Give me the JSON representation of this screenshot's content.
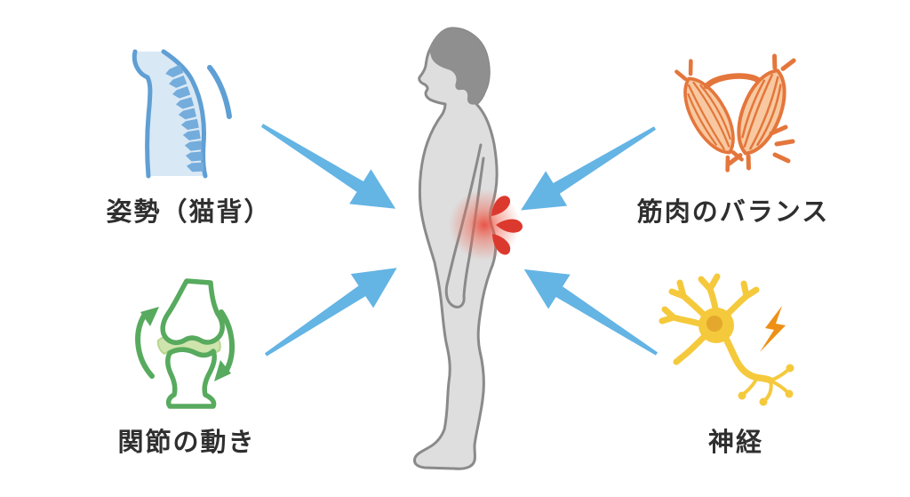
{
  "diagram": {
    "subject": {
      "figure": "human-side-silhouette",
      "pain_location": "lower-back"
    },
    "factors": [
      {
        "id": "posture",
        "label": "姿勢（猫背）",
        "icon": "spine-icon",
        "position": "top-left"
      },
      {
        "id": "muscle-balance",
        "label": "筋肉のバランス",
        "icon": "muscle-icon",
        "position": "top-right"
      },
      {
        "id": "joint-movement",
        "label": "関節の動き",
        "icon": "joint-icon",
        "position": "bottom-left"
      },
      {
        "id": "nerve",
        "label": "神経",
        "icon": "neuron-icon",
        "position": "bottom-right"
      }
    ],
    "arrows": [
      {
        "from": "posture",
        "points_to": "center-lower-back"
      },
      {
        "from": "muscle-balance",
        "points_to": "center-lower-back"
      },
      {
        "from": "joint-movement",
        "points_to": "center-lower-back"
      },
      {
        "from": "nerve",
        "points_to": "center-lower-back"
      }
    ],
    "colors": {
      "arrow-blue": "#64b4e4",
      "figure-fill": "#dedede",
      "figure-outline": "#8a8a8a",
      "hair-gray": "#8f8f8f",
      "pain-red": "#dc392e",
      "pain-glow": "#ee6a57",
      "spine-fill": "#d9e8f5",
      "spine-stroke": "#5f9fd4",
      "vertebra-blue": "#74acdc",
      "muscle-stroke": "#e4763c",
      "muscle-fill": "#f8c9a0",
      "joint-green": "#57aa5e",
      "cartilage-green": "#cfe4ad",
      "neuron-yellow": "#f5c93c",
      "neuron-nucleus": "#e3a82c",
      "bolt-orange": "#ee9015",
      "label-color": "#2f2f2f",
      "background": "#ffffff"
    }
  }
}
